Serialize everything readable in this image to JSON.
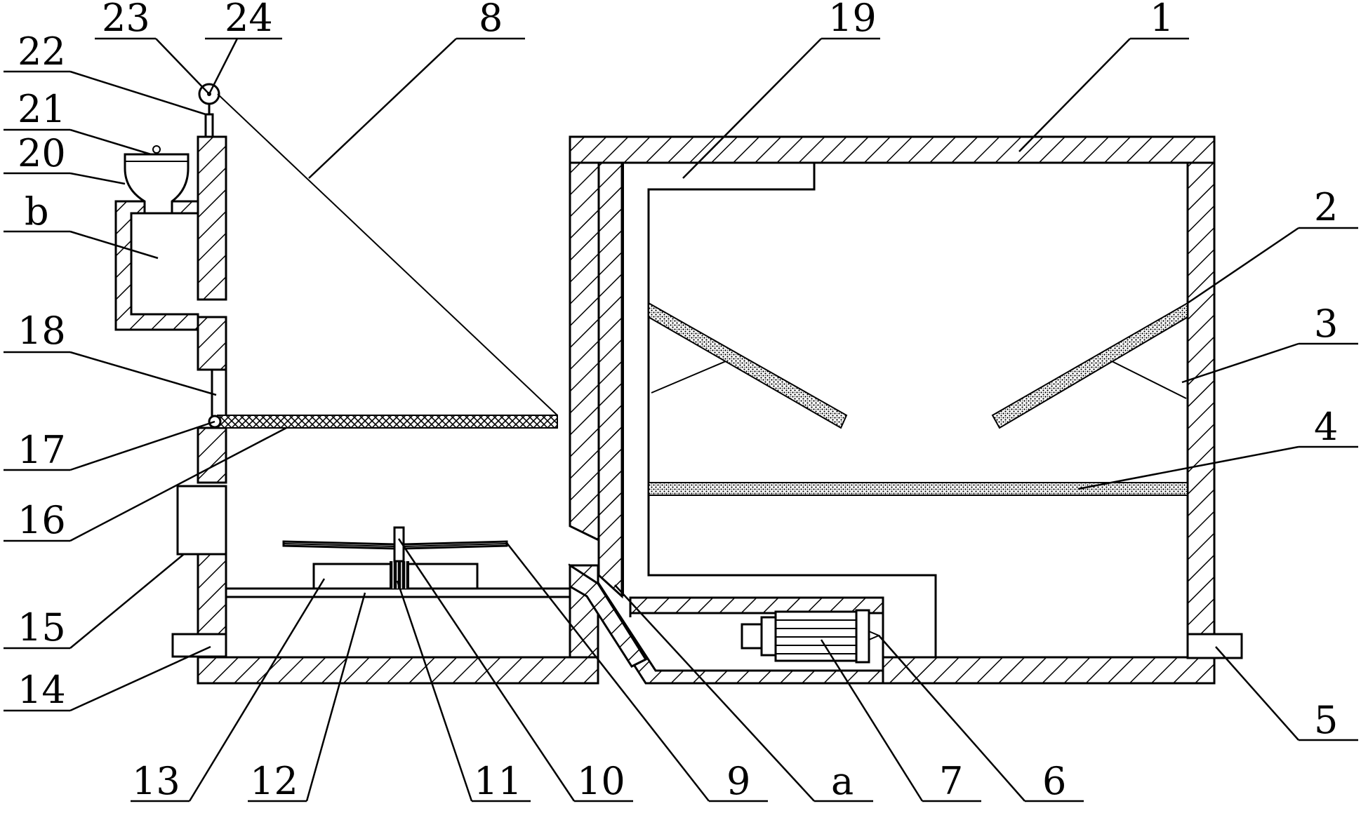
{
  "diagram": {
    "labels": [
      {
        "id": "23",
        "text": "23"
      },
      {
        "id": "24",
        "text": "24"
      },
      {
        "id": "8",
        "text": "8"
      },
      {
        "id": "19",
        "text": "19"
      },
      {
        "id": "1",
        "text": "1"
      },
      {
        "id": "22",
        "text": "22"
      },
      {
        "id": "21",
        "text": "21"
      },
      {
        "id": "20",
        "text": "20"
      },
      {
        "id": "b",
        "text": "b"
      },
      {
        "id": "2",
        "text": "2"
      },
      {
        "id": "3",
        "text": "3"
      },
      {
        "id": "18",
        "text": "18"
      },
      {
        "id": "17",
        "text": "17"
      },
      {
        "id": "4",
        "text": "4"
      },
      {
        "id": "16",
        "text": "16"
      },
      {
        "id": "15",
        "text": "15"
      },
      {
        "id": "14",
        "text": "14"
      },
      {
        "id": "5",
        "text": "5"
      },
      {
        "id": "13",
        "text": "13"
      },
      {
        "id": "12",
        "text": "12"
      },
      {
        "id": "11",
        "text": "11"
      },
      {
        "id": "10",
        "text": "10"
      },
      {
        "id": "9",
        "text": "9"
      },
      {
        "id": "a",
        "text": "a"
      },
      {
        "id": "7",
        "text": "7"
      },
      {
        "id": "6",
        "text": "6"
      }
    ]
  }
}
